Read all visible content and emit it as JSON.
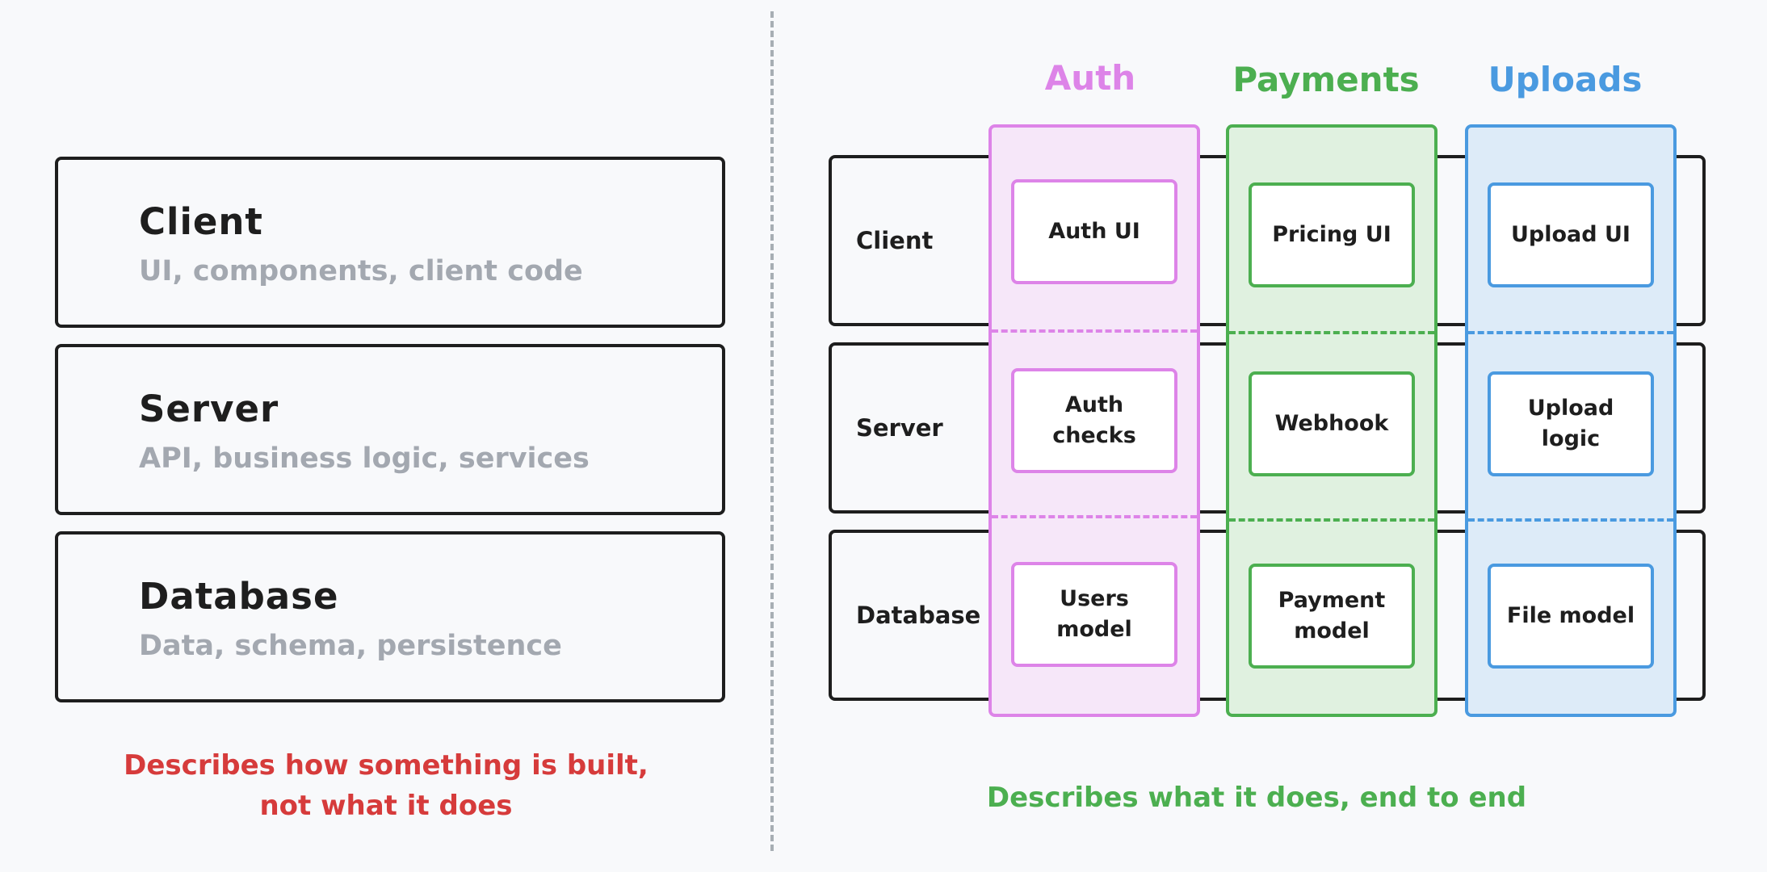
{
  "left": {
    "layers": [
      {
        "title": "Client",
        "desc": "UI, components, client code"
      },
      {
        "title": "Server",
        "desc": "API, business logic, services"
      },
      {
        "title": "Database",
        "desc": "Data, schema, persistence"
      }
    ],
    "caption_line1": "Describes how something is built,",
    "caption_line2": "not what it does",
    "caption_color": "#d63b3b"
  },
  "right": {
    "rows": [
      "Client",
      "Server",
      "Database"
    ],
    "columns": [
      {
        "name": "Auth",
        "color": "#dd84e8",
        "fill": "#f6e7f9",
        "cells": [
          "Auth UI",
          "Auth\nchecks",
          "Users\nmodel"
        ]
      },
      {
        "name": "Payments",
        "color": "#4caf50",
        "fill": "#e0f1e0",
        "cells": [
          "Pricing UI",
          "Webhook",
          "Payment\nmodel"
        ]
      },
      {
        "name": "Uploads",
        "color": "#4a9ae0",
        "fill": "#ddebf8",
        "cells": [
          "Upload UI",
          "Upload\nlogic",
          "File model"
        ]
      }
    ],
    "caption": "Describes what it does, end to end",
    "caption_color": "#4caf50"
  }
}
